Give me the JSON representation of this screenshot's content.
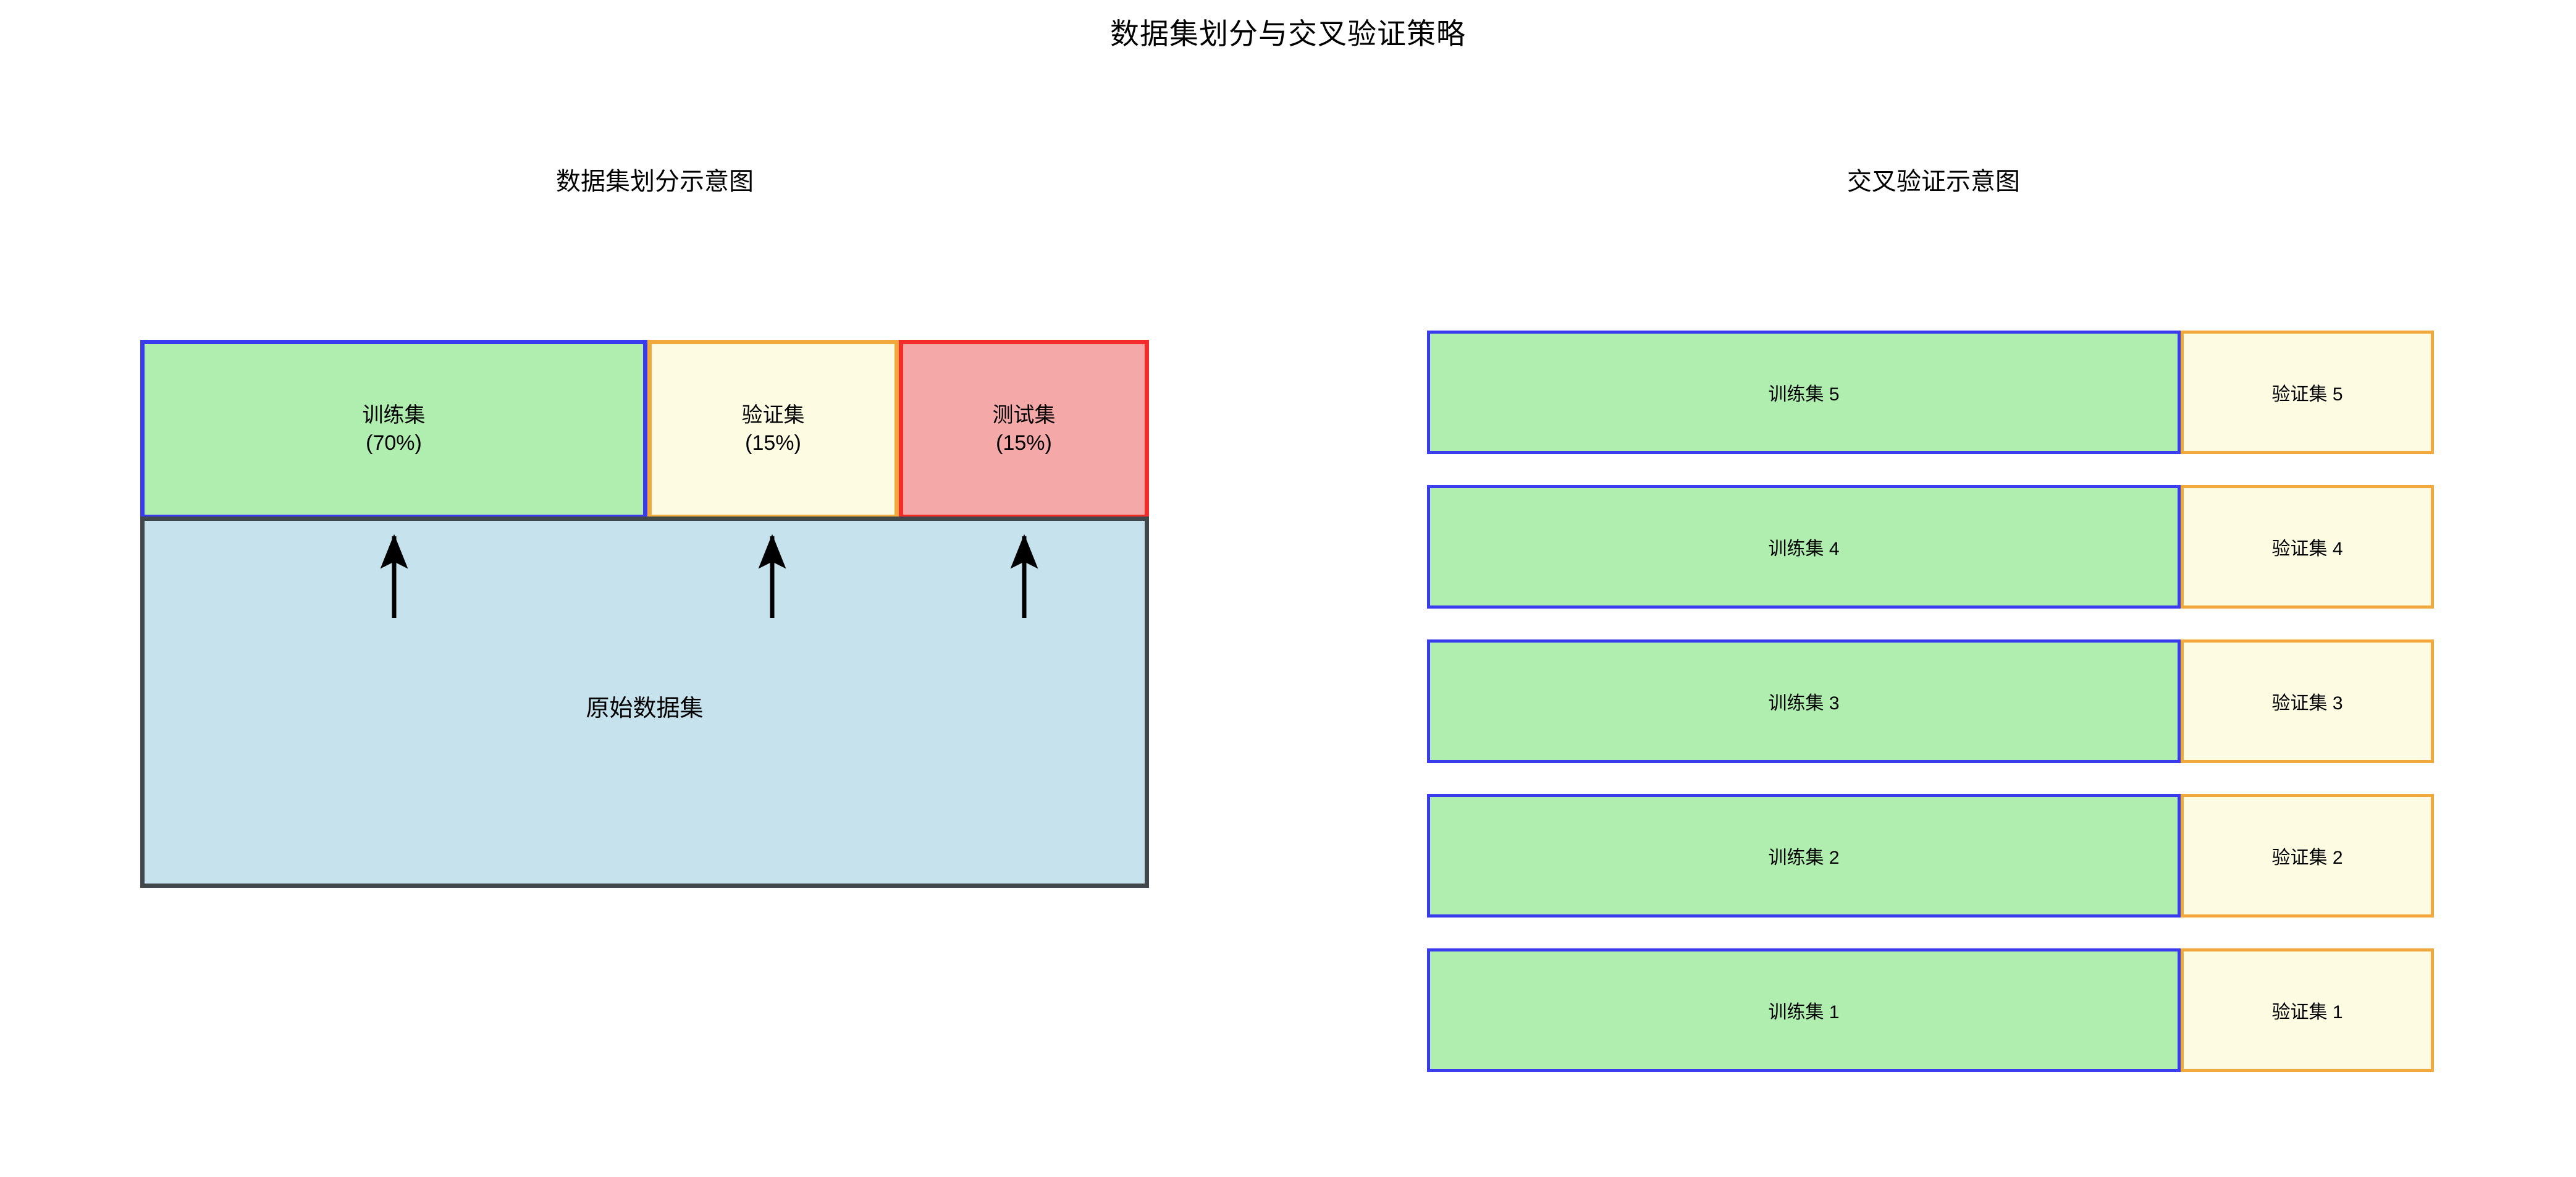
{
  "title": "数据集划分与交叉验证策略",
  "panels": {
    "split": {
      "title": "数据集划分示意图",
      "source": {
        "label": "原始数据集"
      },
      "segments": [
        {
          "name": "训练集",
          "percent": "(70%)",
          "fill": "#b0eeb0",
          "border": "#3b3bee"
        },
        {
          "name": "验证集",
          "percent": "(15%)",
          "fill": "#fdfbe2",
          "border": "#efa93c"
        },
        {
          "name": "测试集",
          "percent": "(15%)",
          "fill": "#f4a8a8",
          "border": "#f42b2b"
        }
      ],
      "arrow_count": 3
    },
    "cv": {
      "title": "交叉验证示意图",
      "folds": [
        {
          "train": "训练集 5",
          "valid": "验证集 5"
        },
        {
          "train": "训练集 4",
          "valid": "验证集 4"
        },
        {
          "train": "训练集 3",
          "valid": "验证集 3"
        },
        {
          "train": "训练集 2",
          "valid": "验证集 2"
        },
        {
          "train": "训练集 1",
          "valid": "验证集 1"
        }
      ],
      "train_fill": "#b0eeb0",
      "train_border": "#3b3bee",
      "valid_fill": "#fdfbe2",
      "valid_border": "#efa93c"
    }
  }
}
